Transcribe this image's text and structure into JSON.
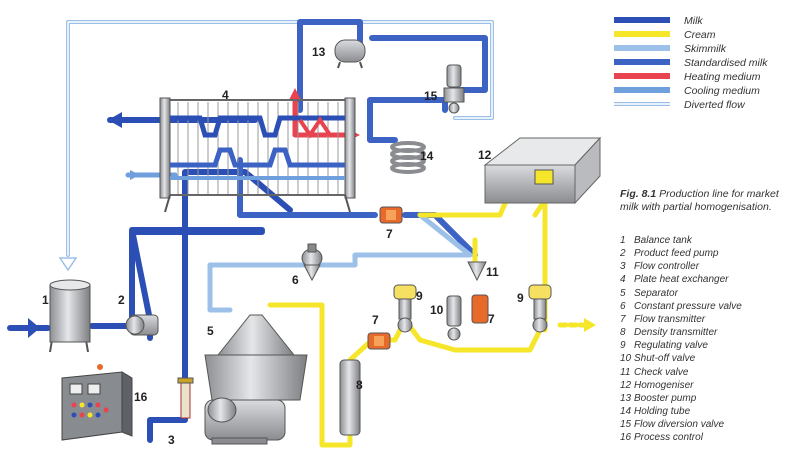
{
  "legend": [
    {
      "label": "Milk",
      "color": "#2b4fb5"
    },
    {
      "label": "Cream",
      "color": "#f6e62a"
    },
    {
      "label": "Skimmilk",
      "color": "#9cc0e8"
    },
    {
      "label": "Standardised milk",
      "color": "#3c62c4"
    },
    {
      "label": "Heating medium",
      "color": "#e8434f"
    },
    {
      "label": "Cooling medium",
      "color": "#6f9fdc"
    },
    {
      "label": "Diverted flow",
      "color": "#9cc0e8"
    }
  ],
  "caption": {
    "label": "Fig. 8.1",
    "text": "Production line for market milk with partial homogenisation."
  },
  "components": [
    {
      "num": "1",
      "name": "Balance tank"
    },
    {
      "num": "2",
      "name": "Product feed pump"
    },
    {
      "num": "3",
      "name": "Flow controller"
    },
    {
      "num": "4",
      "name": "Plate heat exchanger"
    },
    {
      "num": "5",
      "name": "Separator"
    },
    {
      "num": "6",
      "name": "Constant pressure valve"
    },
    {
      "num": "7",
      "name": "Flow transmitter"
    },
    {
      "num": "8",
      "name": "Density transmitter"
    },
    {
      "num": "9",
      "name": "Regulating valve"
    },
    {
      "num": "10",
      "name": "Shut-off valve"
    },
    {
      "num": "11",
      "name": "Check valve"
    },
    {
      "num": "12",
      "name": "Homogeniser"
    },
    {
      "num": "13",
      "name": "Booster pump"
    },
    {
      "num": "14",
      "name": "Holding tube"
    },
    {
      "num": "15",
      "name": "Flow diversion valve"
    },
    {
      "num": "16",
      "name": "Process control"
    }
  ],
  "callouts": {
    "n1": "1",
    "n2": "2",
    "n3": "3",
    "n4": "4",
    "n5": "5",
    "n6": "6",
    "n7a": "7",
    "n7b": "7",
    "n7c": "7",
    "n8": "8",
    "n9a": "9",
    "n9b": "9",
    "n10": "10",
    "n11": "11",
    "n12": "12",
    "n13": "13",
    "n14": "14",
    "n15": "15",
    "n16": "16"
  }
}
